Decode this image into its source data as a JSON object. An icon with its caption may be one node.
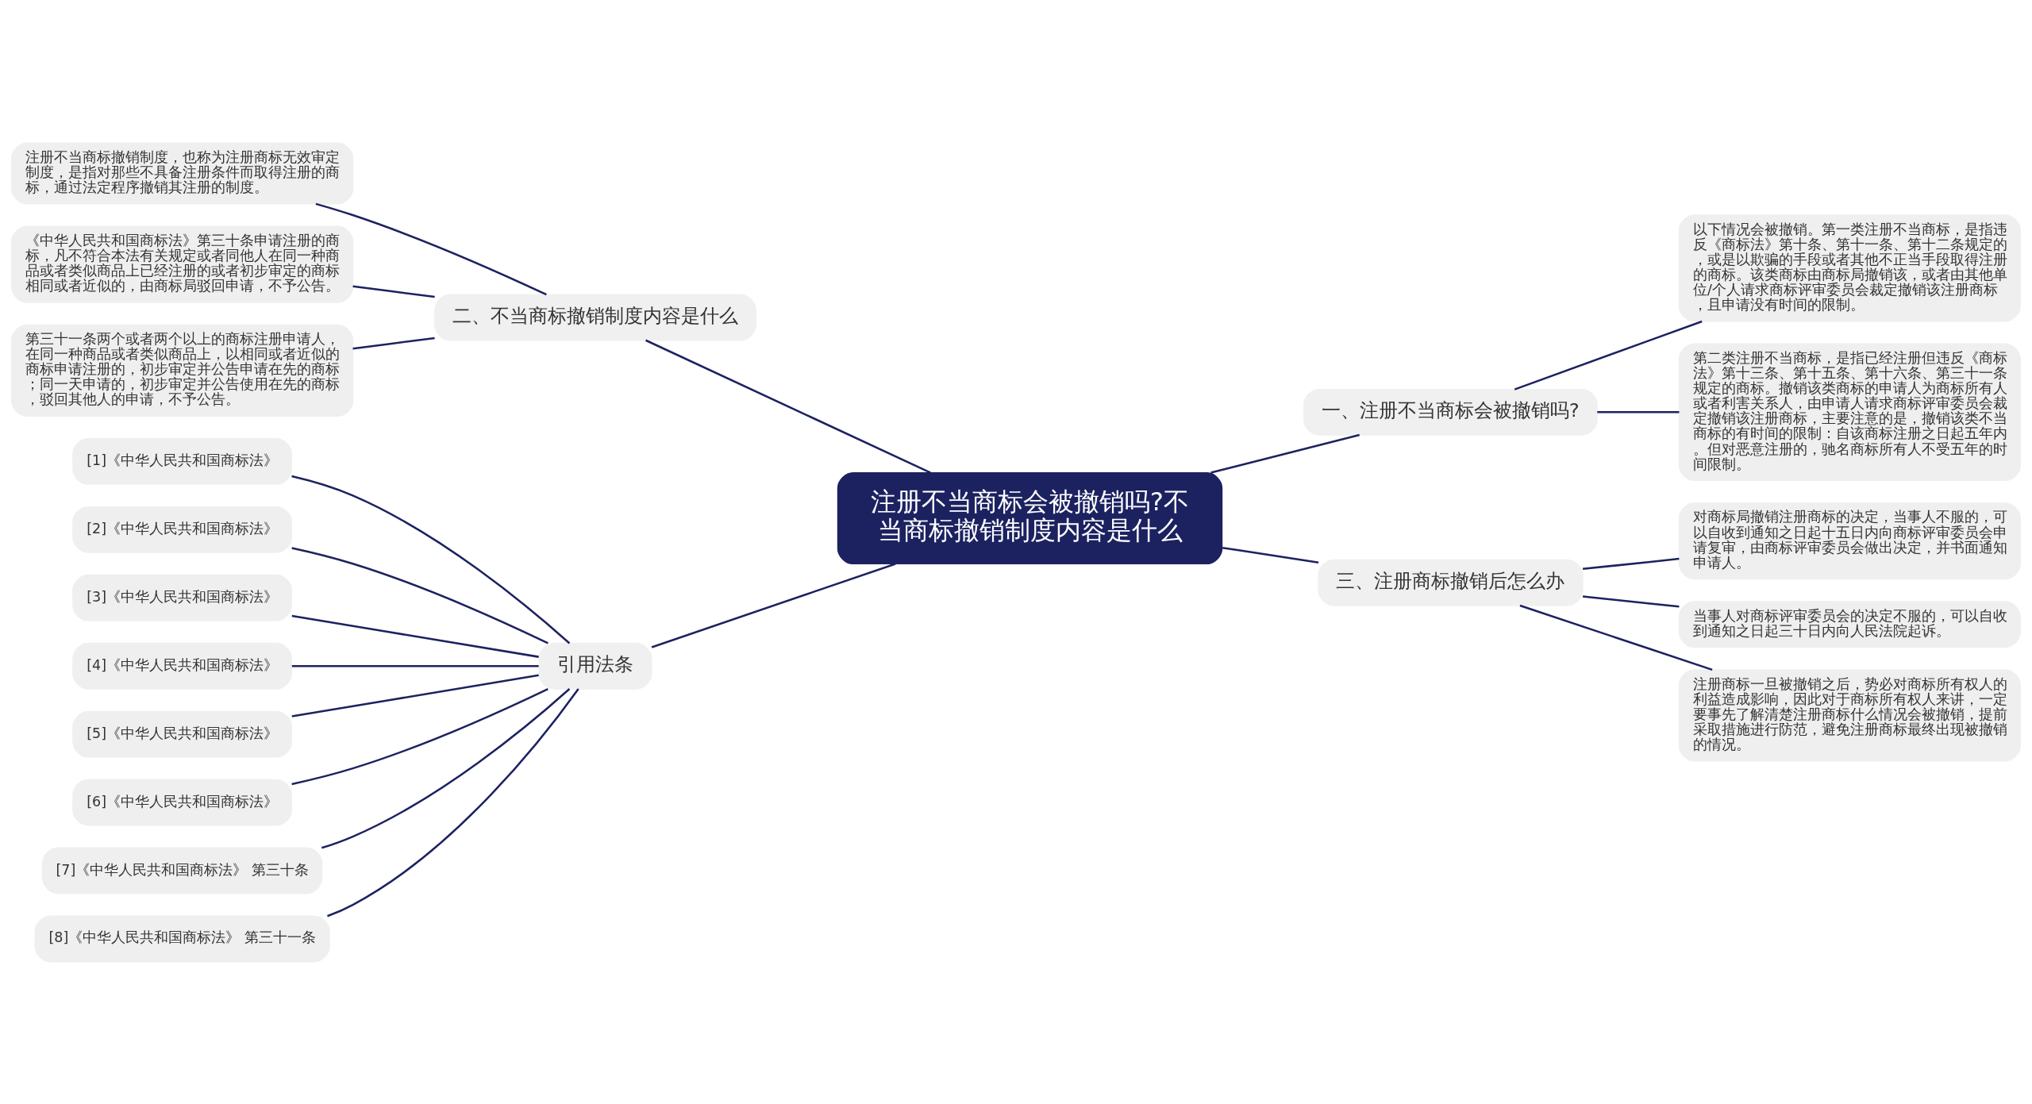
{
  "diagram": {
    "nodes": [
      {
        "text": [
          "注册不当商标会被撤销吗?不当商标撤销制度内容是什么"
        ]
      },
      {
        "text": [
          "二、不当商标撤销制度内容是什么"
        ]
      },
      {
        "text": [
          "注册不当商标撤销制度，也称为注册商标无效审定制度，是指对那些不具备注册条件而取得注册的商标，通过法定程序撤销其注册的制度。"
        ]
      },
      {
        "text": [
          "《中华人民共和国商标法》第三十条申请注册的商标，凡不符合本法有关规定或者同他人在同一种商品或者类似商品上已经注册的或者初步审定的商标相同或者近似的，由商标局驳回申请，不予公告。"
        ]
      },
      {
        "text": [
          "第三十一条两个或者两个以上的商标注册申请人，在同一种商品或者类似商品上，以相同或者近似的商标申请注册的，初步审定并公告申请在先的商标；同一天申请的，初步审定并公告使用在先的商标，驳回其他人的申请，不予公告。"
        ]
      },
      {
        "text": [
          "一、注册不当商标会被撤销吗?"
        ]
      },
      {
        "text": [
          "以下情况会被撤销。第一类注册不当商标，是指违反《商标法》第十条、第十一条、第十二条规定的，或是以欺骗的手段或者其他不正当手段取得注册的商标。该类商标由商标局撤销该，或者由其他单位/个人请求商标评审委员会裁定撤销该注册商标，且申请没有时间的限制。"
        ]
      },
      {
        "text": [
          "第二类注册不当商标，是指已经注册但违反《商标法》第十三条、第十五条、第十六条、第三十一条规定的商标。撤销该类商标的申请人为商标所有人或者利害关系人，由申请人请求商标评审委员会裁定撤销该注册商标，主要注意的是，撤销该类不当商标的有时间的限制：自该商标注册之日起五年内。但对恶意注册的，驰名商标所有人不受五年的时间限制。"
        ]
      },
      {
        "text": [
          "引用法条"
        ]
      },
      {
        "text": [
          "[1]《中华人民共和国商标法》"
        ]
      },
      {
        "text": [
          "[2]《中华人民共和国商标法》"
        ]
      },
      {
        "text": [
          "[3]《中华人民共和国商标法》"
        ]
      },
      {
        "text": [
          "[4]《中华人民共和国商标法》"
        ]
      },
      {
        "text": [
          "[5]《中华人民共和国商标法》"
        ]
      },
      {
        "text": [
          "[6]《中华人民共和国商标法》"
        ]
      },
      {
        "text": [
          "[7]《中华人民共和国商标法》 第三十条"
        ]
      },
      {
        "text": [
          "[8]《中华人民共和国商标法》 第三十一条"
        ]
      },
      {
        "text": [
          "三、注册商标撤销后怎么办"
        ]
      },
      {
        "text": [
          "对商标局撤销注册商标的决定，当事人不服的，可以自收到通知之日起十五日内向商标评审委员会申请复审，由商标评审委员会做出决定，并书面通知申请人。"
        ]
      },
      {
        "text": [
          "当事人对商标评审委员会的决定不服的，可以自收到通知之日起三十日内向人民法院起诉。"
        ]
      },
      {
        "text": [
          "注册商标一旦被撤销之后，势必对商标所有权人的利益造成影响，因此对于商标所有权人来讲，一定要事先了解清楚注册商标什么情况会被撤销，提前采取措施进行防范，避免注册商标最终出现被撤销的情况。"
        ]
      }
    ],
    "edges": [
      {
        "from": 0,
        "to": 1,
        "arrow": "none"
      },
      {
        "from": 1,
        "to": 2,
        "arrow": "none"
      },
      {
        "from": 1,
        "to": 3,
        "arrow": "none"
      },
      {
        "from": 1,
        "to": 4,
        "arrow": "none"
      },
      {
        "from": 0,
        "to": 5,
        "arrow": "none"
      },
      {
        "from": 5,
        "to": 6,
        "arrow": "none"
      },
      {
        "from": 5,
        "to": 7,
        "arrow": "none"
      },
      {
        "from": 0,
        "to": 8,
        "arrow": "none"
      },
      {
        "from": 8,
        "to": 9,
        "arrow": "none"
      },
      {
        "from": 8,
        "to": 10,
        "arrow": "none"
      },
      {
        "from": 8,
        "to": 11,
        "arrow": "none"
      },
      {
        "from": 8,
        "to": 12,
        "arrow": "none"
      },
      {
        "from": 8,
        "to": 13,
        "arrow": "none"
      },
      {
        "from": 8,
        "to": 14,
        "arrow": "none"
      },
      {
        "from": 8,
        "to": 15,
        "arrow": "none"
      },
      {
        "from": 8,
        "to": 16,
        "arrow": "none"
      },
      {
        "from": 0,
        "to": 17,
        "arrow": "none"
      },
      {
        "from": 17,
        "to": 18,
        "arrow": "none"
      },
      {
        "from": 17,
        "to": 19,
        "arrow": "none"
      },
      {
        "from": 17,
        "to": 20,
        "arrow": "none"
      }
    ]
  }
}
